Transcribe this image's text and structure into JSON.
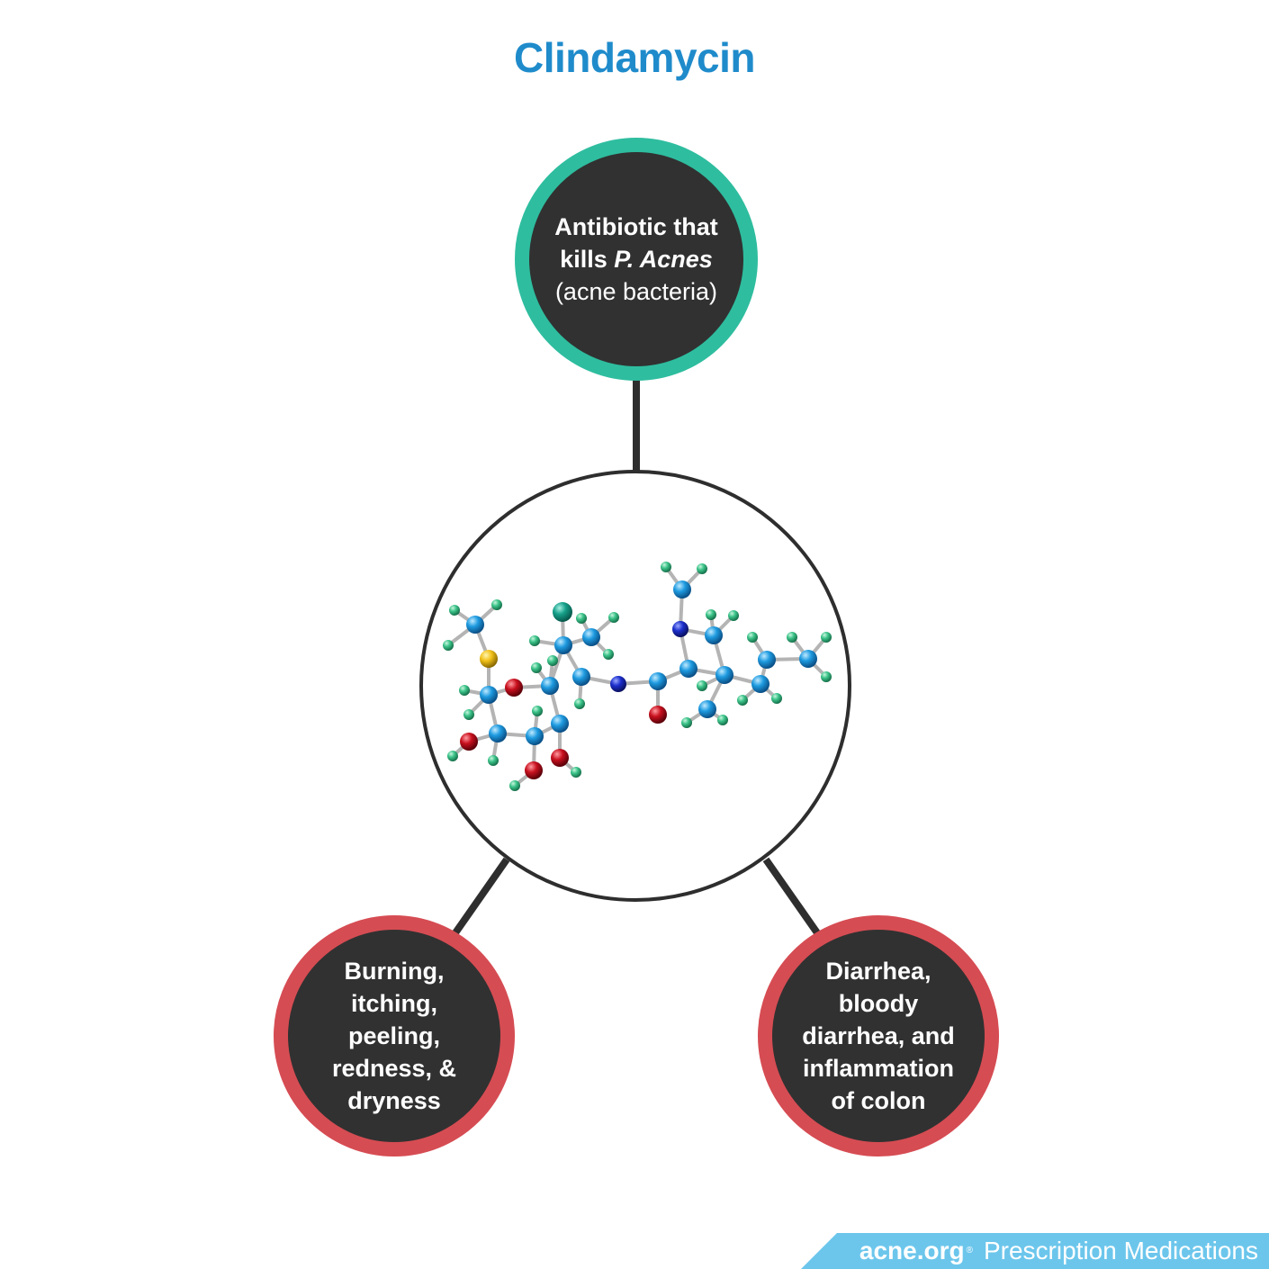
{
  "title": "Clindamycin",
  "top_node": {
    "line1": "Antibiotic that",
    "line2_prefix": "kills ",
    "line2_italic": "P. Acnes",
    "line3": "(acne bacteria)"
  },
  "left_node": {
    "lines": [
      "Burning,",
      "itching,",
      "peeling,",
      "redness, &",
      "dryness"
    ]
  },
  "right_node": {
    "lines": [
      "Diarrhea,",
      "bloody",
      "diarrhea, and",
      "inflammation",
      "of colon"
    ]
  },
  "footer": {
    "brand": "acne.org",
    "registered": "®",
    "section": "Prescription Medications"
  },
  "colors": {
    "title": "#1f8bcb",
    "benefit_ring": "#2ebd9f",
    "side_effect_ring": "#d64c53",
    "node_fill": "#313131",
    "footer_band": "#6cc6ec",
    "atom_carbon": "#1e9be0",
    "atom_hydrogen": "#3cc48a",
    "atom_oxygen": "#c8101e",
    "atom_nitrogen": "#1c2fcc",
    "atom_sulfur": "#f2c21a",
    "atom_chlorine": "#16a08a"
  },
  "icons": {
    "center": "molecule-model-icon"
  }
}
